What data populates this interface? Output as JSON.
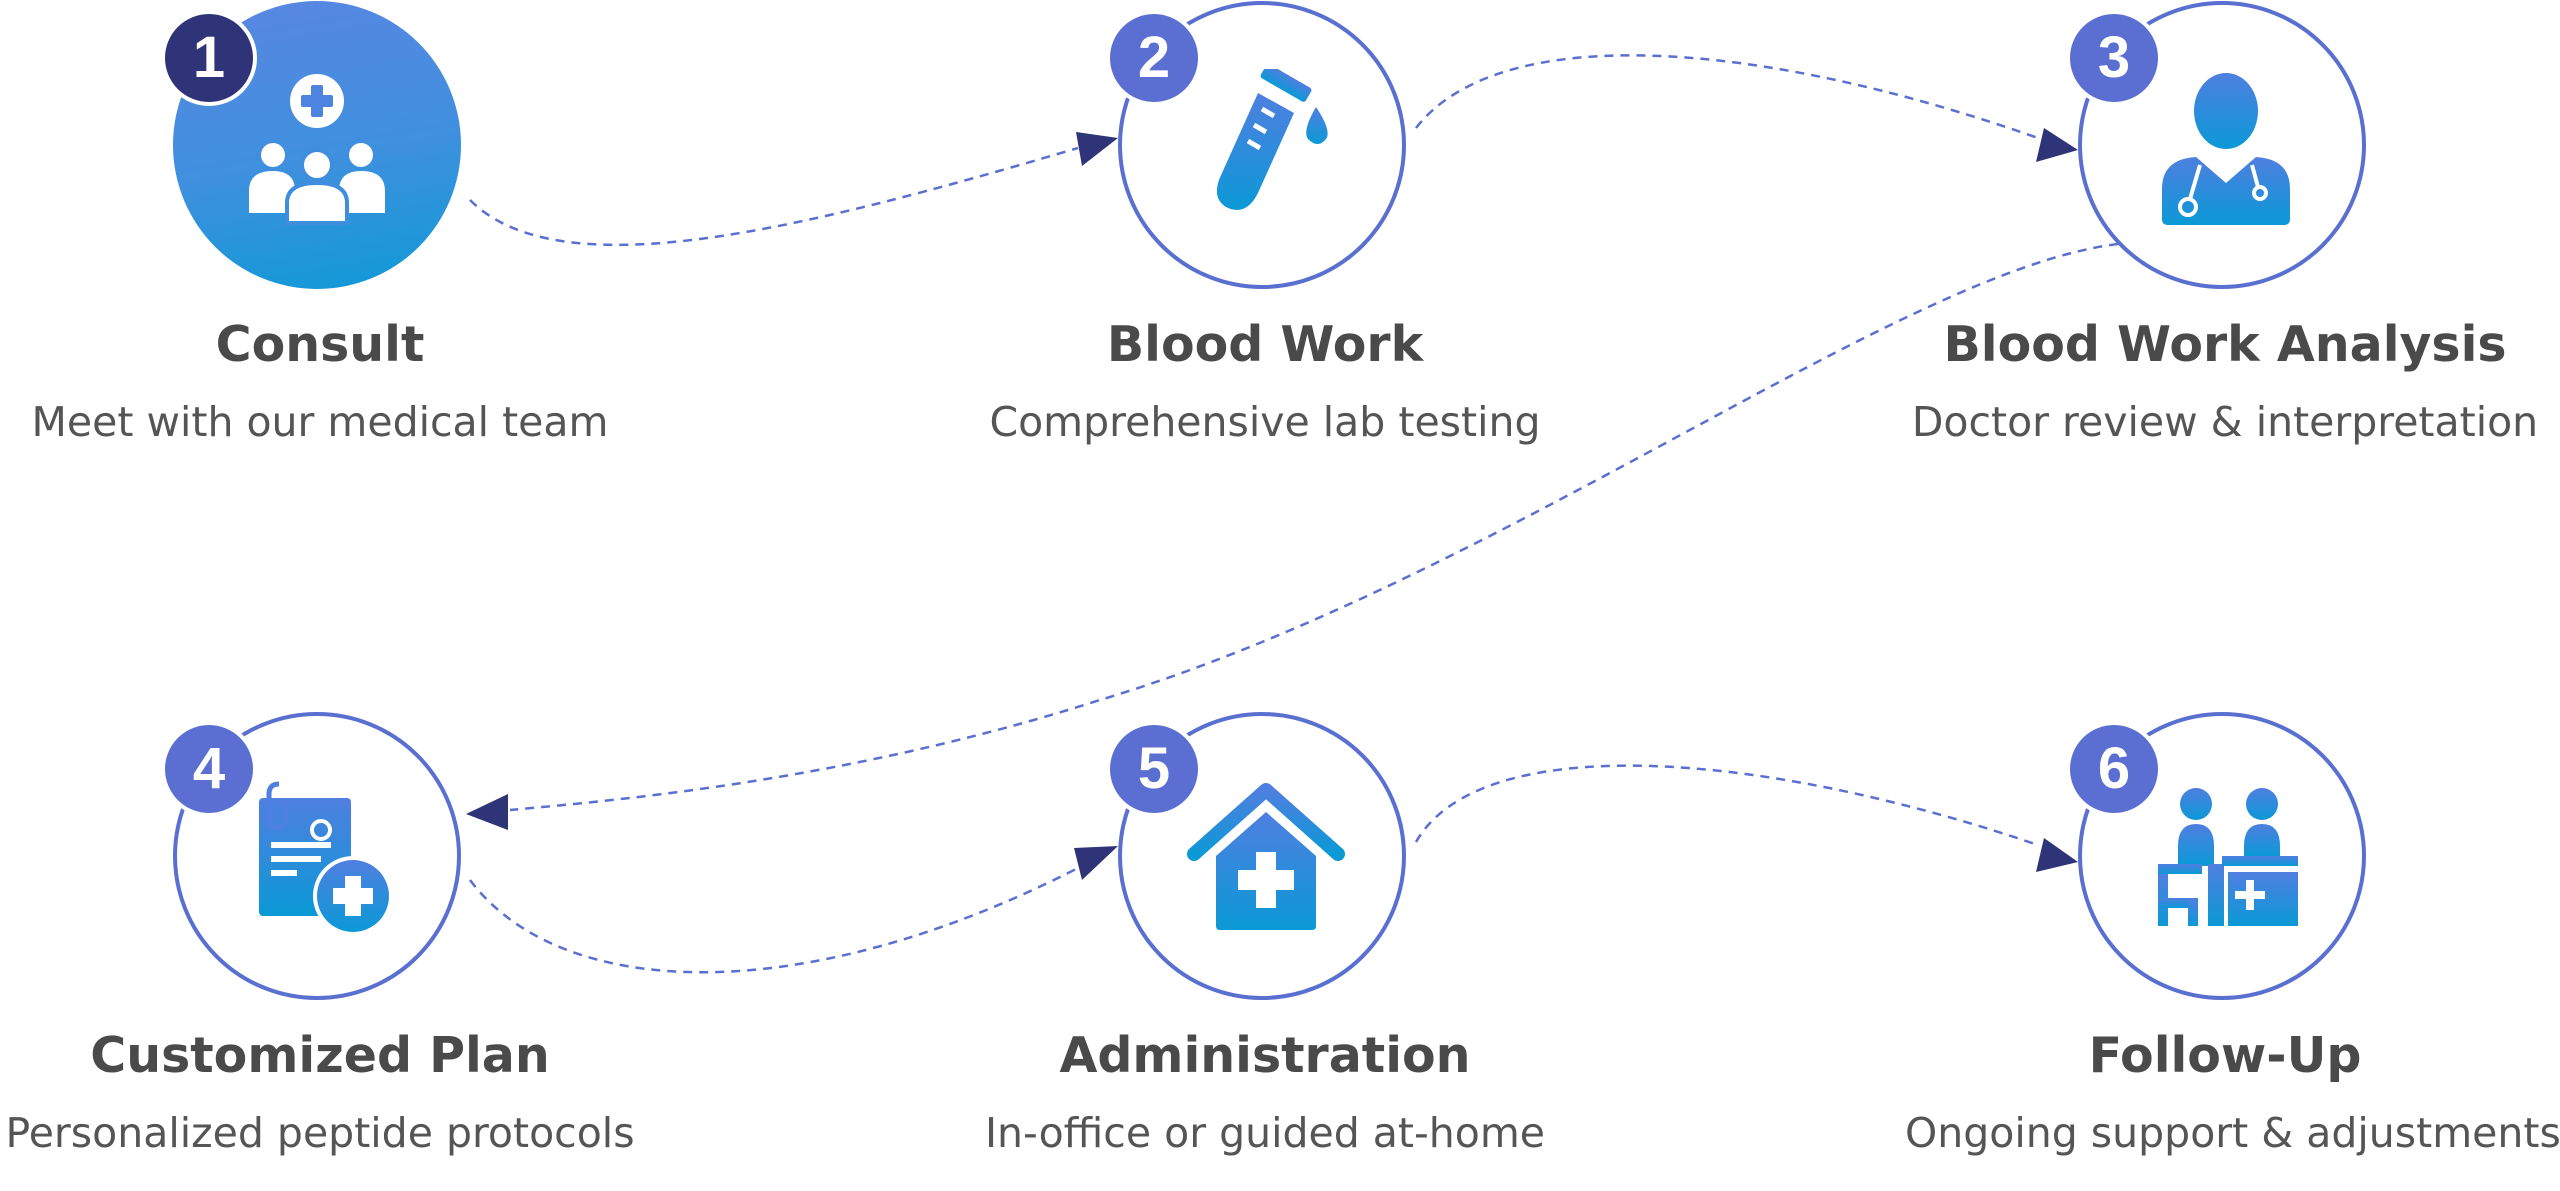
{
  "colors": {
    "accent": "#5a70d0",
    "badge": "#5a6fd1",
    "badge_active": "#2f3378",
    "arrow": "#2f3378",
    "icon_gradient_top": "#4f7fe0",
    "icon_gradient_bottom": "#0b99d6",
    "title_text": "#4a4a4a",
    "desc_text": "#555555"
  },
  "steps": [
    {
      "number": "1",
      "title": "Consult",
      "description": "Meet with our medical team",
      "icon": "medical-team-icon"
    },
    {
      "number": "2",
      "title": "Blood Work",
      "description": "Comprehensive lab testing",
      "icon": "test-tube-icon"
    },
    {
      "number": "3",
      "title": "Blood Work Analysis",
      "description": "Doctor review & interpretation",
      "icon": "doctor-icon"
    },
    {
      "number": "4",
      "title": "Customized Plan",
      "description": "Personalized peptide protocols",
      "icon": "medical-plan-icon"
    },
    {
      "number": "5",
      "title": "Administration",
      "description": "In-office or guided at-home",
      "icon": "medical-home-icon"
    },
    {
      "number": "6",
      "title": "Follow-Up",
      "description": "Ongoing support & adjustments",
      "icon": "consultation-desk-icon"
    }
  ]
}
